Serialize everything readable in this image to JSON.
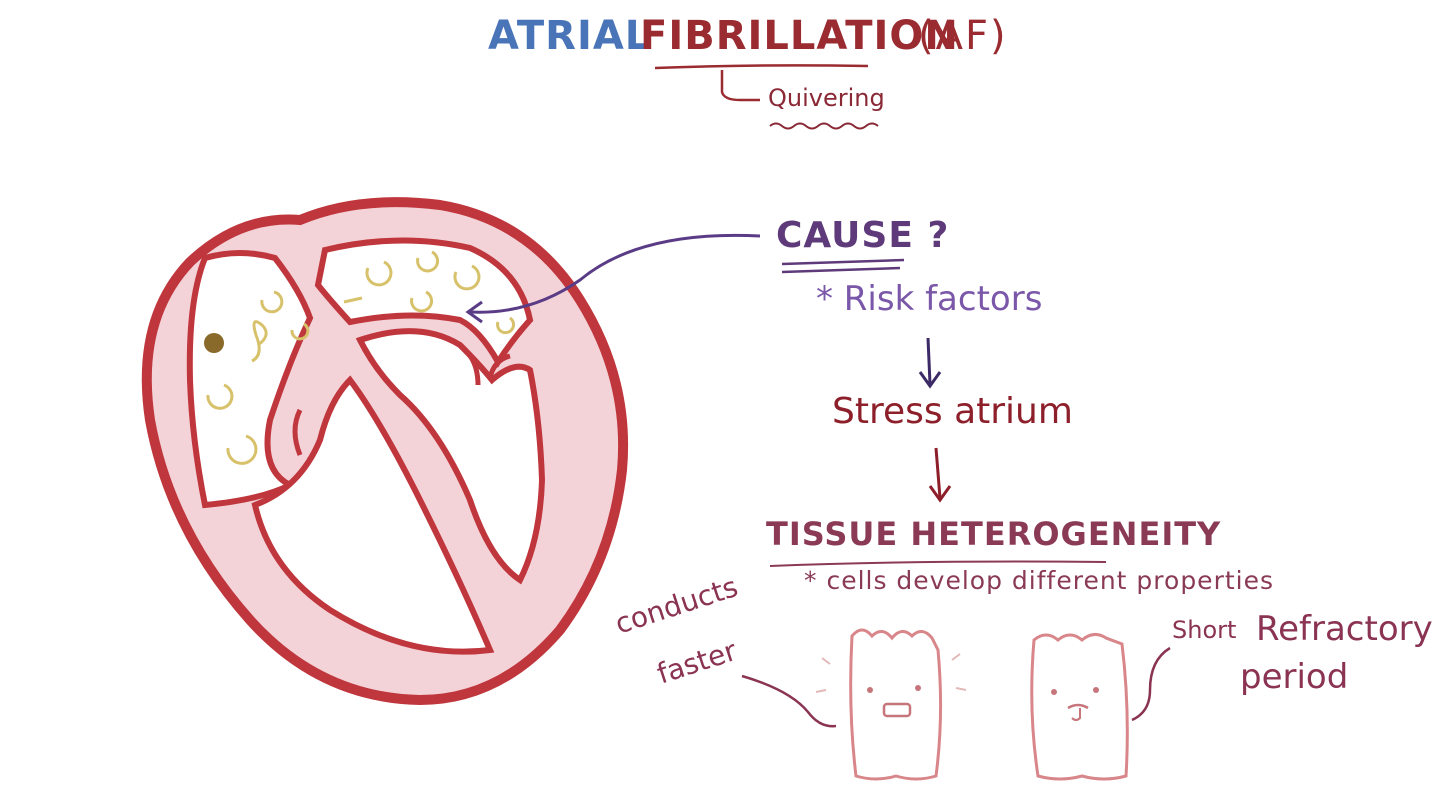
{
  "title": {
    "word1": "ATRIAL",
    "word2": "FIBRILLATION",
    "abbrev": "(AF)",
    "note": "Quivering"
  },
  "flow": {
    "cause": "CAUSE ?",
    "risk_factors": "* Risk factors",
    "stress": "Stress atrium",
    "tissue": "TISSUE HETEROGENEITY",
    "cells_note": "* cells develop different properties"
  },
  "cells": {
    "left_label_line1": "conducts",
    "left_label_line2": "faster",
    "right_label_short": "Short",
    "right_label_refractory": "Refractory",
    "right_label_period": "period"
  },
  "colors": {
    "heart_wall": "#c0363d",
    "heart_fill": "#f3d3d8",
    "swirl": "#d7c16a",
    "arrow_purple": "#5a3c86",
    "arrow_dark": "#3b2a66",
    "cell_outline": "#d9868a"
  }
}
